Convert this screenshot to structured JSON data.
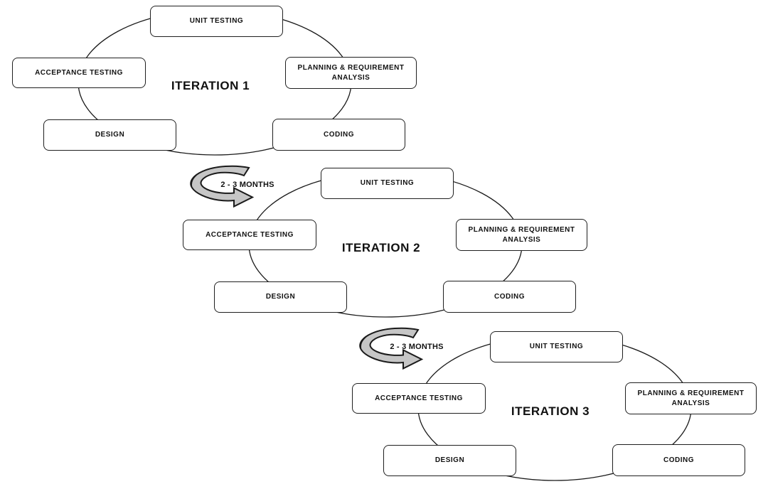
{
  "diagram": {
    "type": "iterative-development-lifecycle",
    "iterations": [
      {
        "title": "ITERATION 1",
        "stages": {
          "unit_testing": "UNIT TESTING",
          "planning": "PLANNING & REQUIREMENT ANALYSIS",
          "acceptance": "ACCEPTANCE TESTING",
          "design": "DESIGN",
          "coding": "CODING"
        }
      },
      {
        "title": "ITERATION 2",
        "stages": {
          "unit_testing": "UNIT TESTING",
          "planning": "PLANNING & REQUIREMENT ANALYSIS",
          "acceptance": "ACCEPTANCE TESTING",
          "design": "DESIGN",
          "coding": "CODING"
        }
      },
      {
        "title": "ITERATION 3",
        "stages": {
          "unit_testing": "UNIT TESTING",
          "planning": "PLANNING & REQUIREMENT ANALYSIS",
          "acceptance": "ACCEPTANCE TESTING",
          "design": "DESIGN",
          "coding": "CODING"
        }
      }
    ],
    "arrows": [
      {
        "label": "2 - 3 MONTHS"
      },
      {
        "label": "2 - 3 MONTHS"
      }
    ],
    "colors": {
      "background": "#ffffff",
      "line": "#1a1a1a",
      "box_border": "#1f1f1f",
      "box_fill": "#ffffff",
      "arrow_fill": "#c6c6c6",
      "text": "#111111"
    }
  }
}
